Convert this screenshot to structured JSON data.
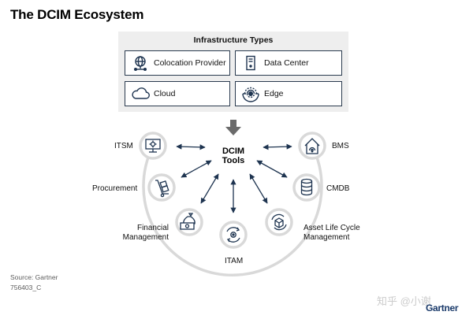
{
  "title": "The DCIM Ecosystem",
  "infrastructure": {
    "heading": "Infrastructure Types",
    "types": [
      {
        "label": "Colocation Provider",
        "icon": "globe-network-icon"
      },
      {
        "label": "Data Center",
        "icon": "server-tower-icon"
      },
      {
        "label": "Cloud",
        "icon": "cloud-icon"
      },
      {
        "label": "Edge",
        "icon": "edge-signal-icon"
      }
    ]
  },
  "center": {
    "line1": "DCIM",
    "line2": "Tools"
  },
  "nodes": [
    {
      "label": "ITSM",
      "icon": "monitor-gear-icon"
    },
    {
      "label": "Procurement",
      "icon": "hand-truck-icon"
    },
    {
      "label_line1": "Financial",
      "label_line2": "Management",
      "icon": "money-bag-icon"
    },
    {
      "label": "ITAM",
      "icon": "gear-cycle-icon"
    },
    {
      "label_line1": "Asset Life Cycle",
      "label_line2": "Management",
      "icon": "cube-cycle-icon"
    },
    {
      "label": "CMDB",
      "icon": "database-icon"
    },
    {
      "label": "BMS",
      "icon": "building-signal-icon"
    }
  ],
  "source": {
    "line1": "Source: Gartner",
    "line2": "756403_C"
  },
  "watermark": "知乎 @小谢",
  "logo": "Gartner",
  "colors": {
    "navy": "#1e3450",
    "ring": "#d9d9d9",
    "panel": "#eeeeee",
    "arrow_down": "#6b6b6b"
  }
}
